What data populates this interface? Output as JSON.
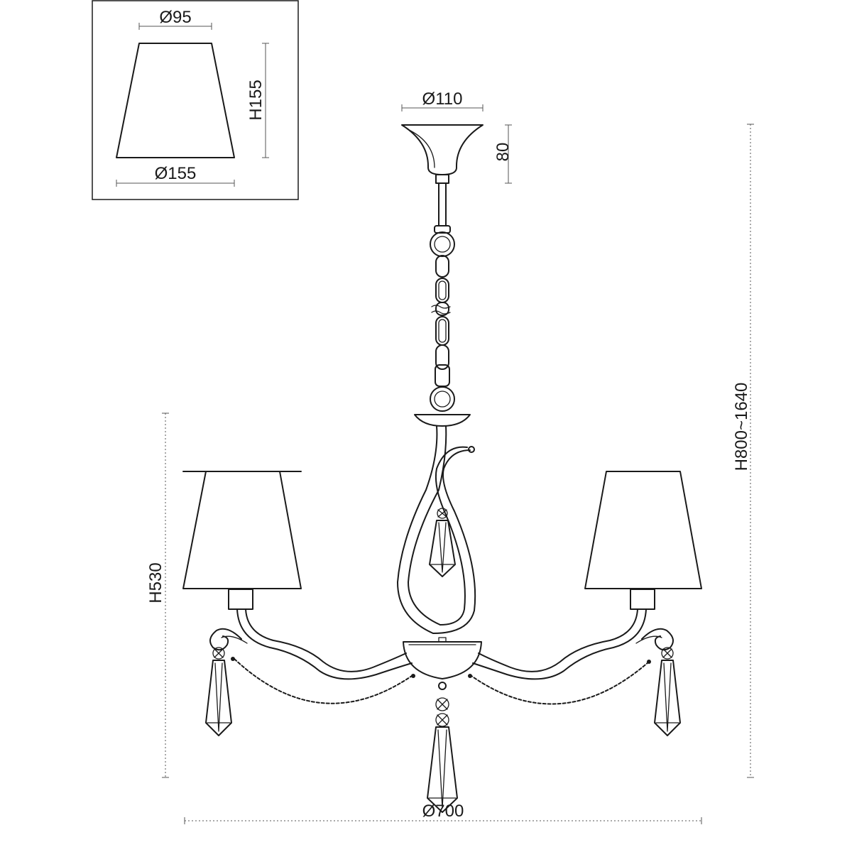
{
  "dimensions": {
    "shade_top": "Ø95",
    "shade_height": "H155",
    "shade_bottom": "Ø155",
    "canopy_diameter": "Ø110",
    "canopy_height": "80",
    "overall_height": "H800~1640",
    "body_height": "H530",
    "overall_diameter": "Ø700"
  },
  "colors": {
    "ink": "#1a1a1a",
    "dimension_line": "#555555",
    "background": "#ffffff"
  }
}
